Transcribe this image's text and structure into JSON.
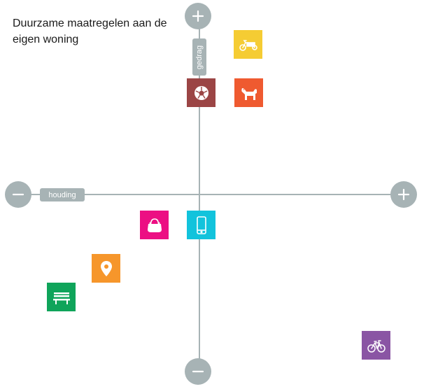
{
  "title": "Duurzame maatregelen aan de eigen woning",
  "axes": {
    "vertical": {
      "label": "gedrag",
      "top_button": "plus-icon",
      "bottom_button": "minus-icon"
    },
    "horizontal": {
      "label": "houding",
      "left_button": "minus-icon",
      "right_button": "plus-icon"
    },
    "color": "#a7b3b5"
  },
  "tiles": [
    {
      "name": "cargo-bike",
      "icon": "cargo-bike-icon",
      "color": "#f5cc33"
    },
    {
      "name": "soccer-ball",
      "icon": "soccer-ball-icon",
      "color": "#9b4545"
    },
    {
      "name": "dog",
      "icon": "dog-icon",
      "color": "#ef5a30"
    },
    {
      "name": "purse",
      "icon": "purse-icon",
      "color": "#ec0f83"
    },
    {
      "name": "smartphone",
      "icon": "smartphone-icon",
      "color": "#12c3dc"
    },
    {
      "name": "location-pin",
      "icon": "location-pin-icon",
      "color": "#f6962b"
    },
    {
      "name": "park-bench",
      "icon": "park-bench-icon",
      "color": "#0fa45a"
    },
    {
      "name": "bicycle",
      "icon": "bicycle-icon",
      "color": "#8a55a4"
    }
  ]
}
